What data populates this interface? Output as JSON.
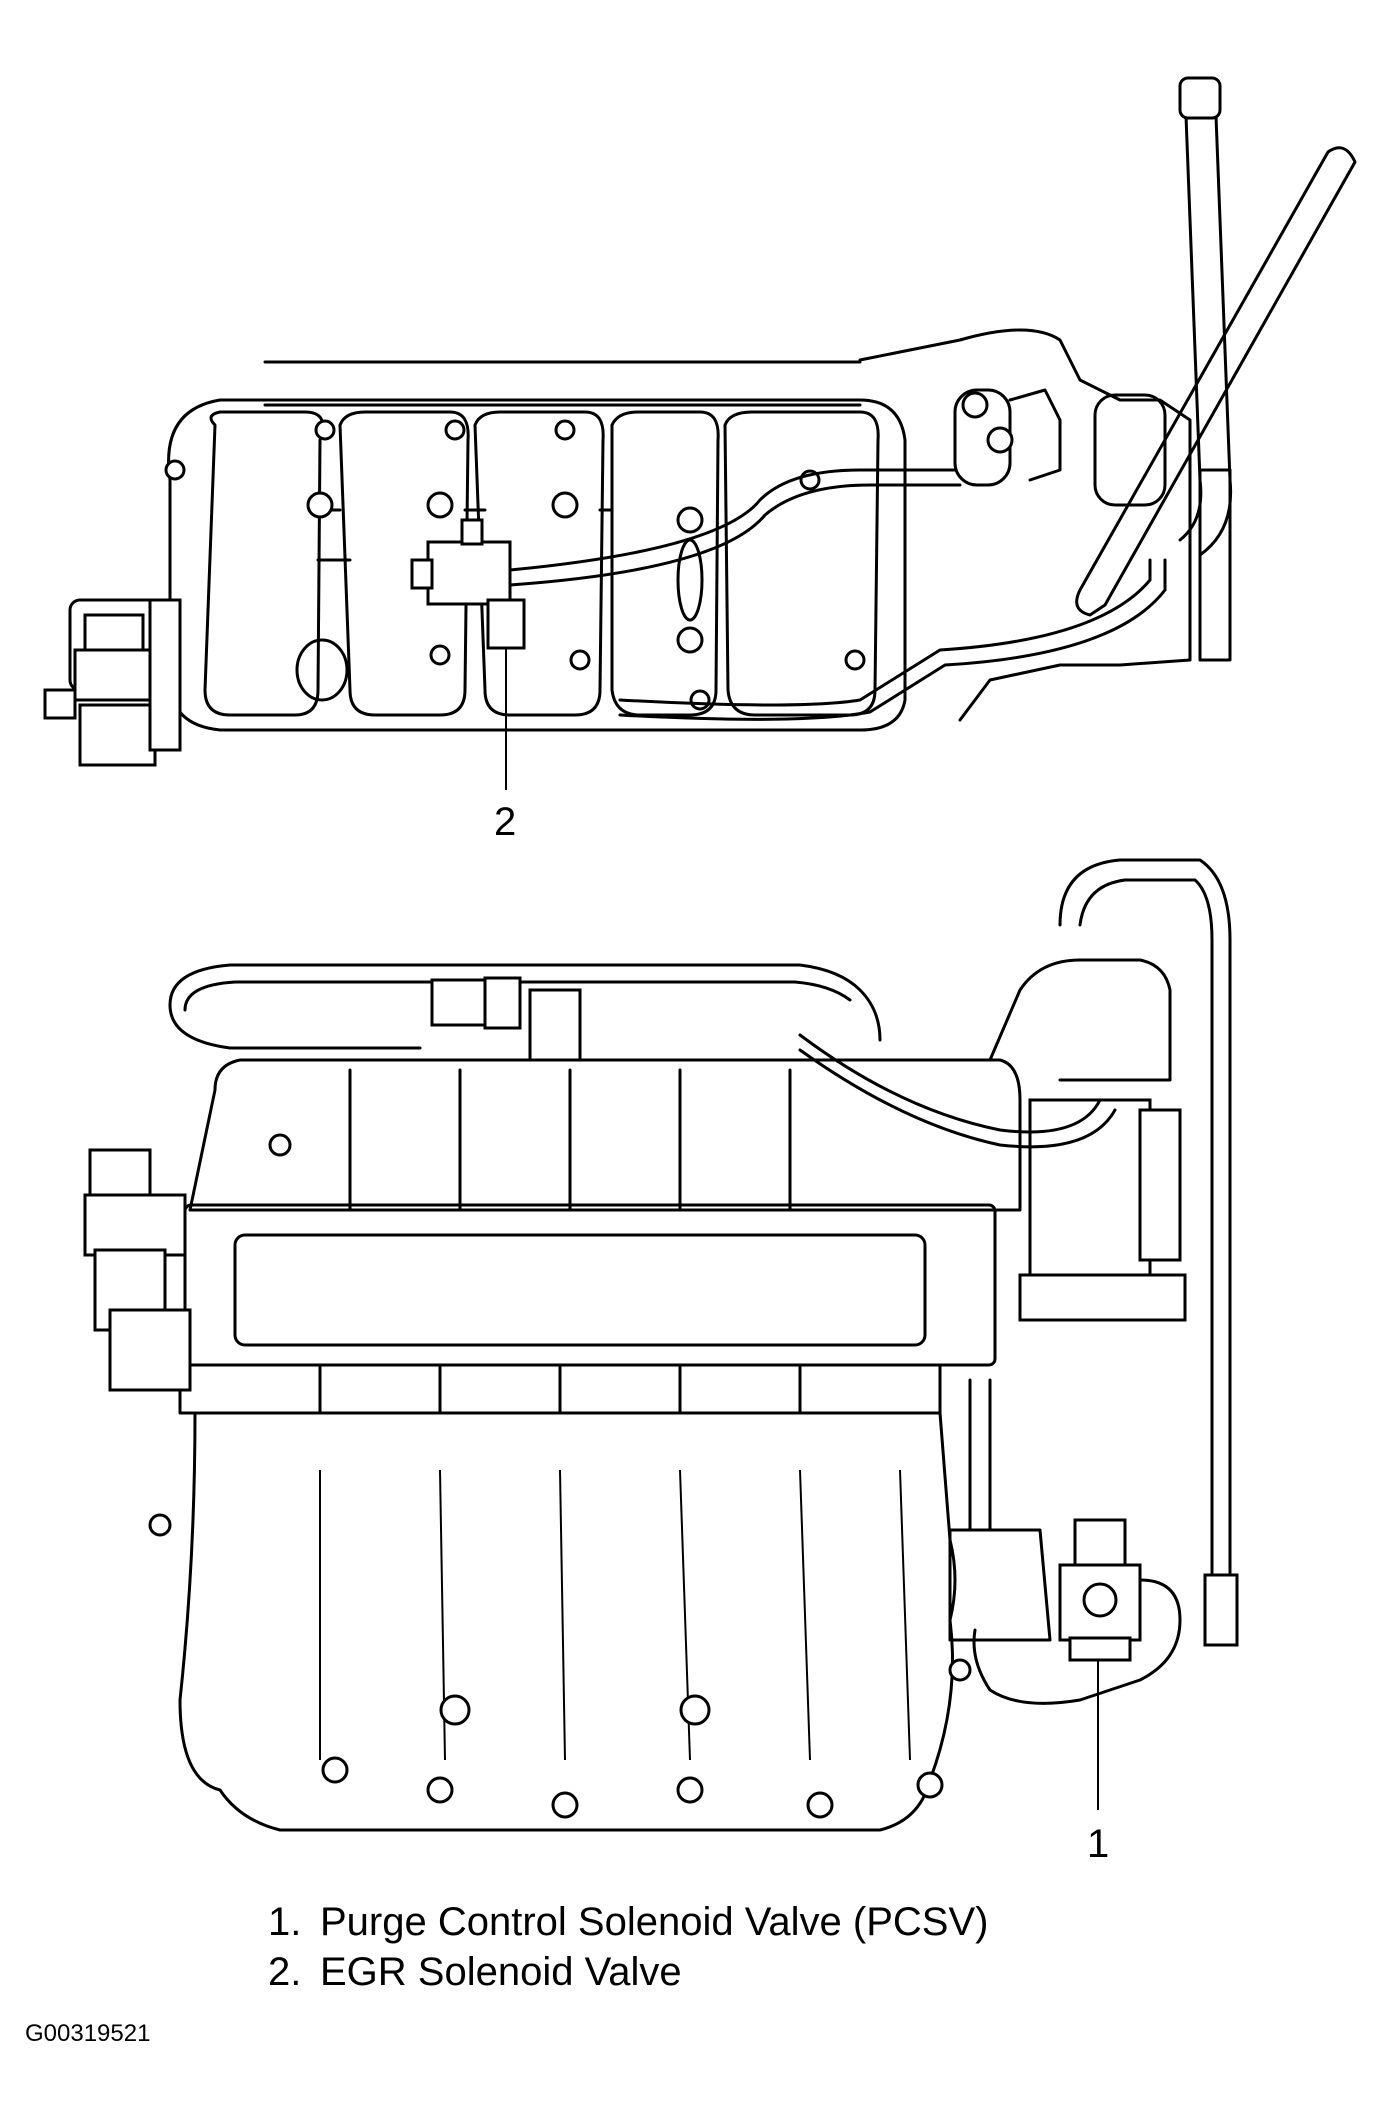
{
  "callouts": {
    "egr_valve_number": "2",
    "purge_valve_number": "1"
  },
  "legend": [
    {
      "number": "1.",
      "label": "Purge Control Solenoid Valve (PCSV)"
    },
    {
      "number": "2.",
      "label": "EGR Solenoid Valve"
    }
  ],
  "figure_id": "G00319521"
}
